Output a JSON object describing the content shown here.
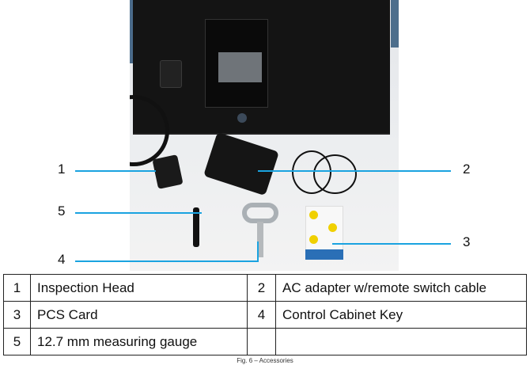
{
  "callouts": [
    "1",
    "2",
    "3",
    "4",
    "5"
  ],
  "table": {
    "rows": [
      [
        {
          "num": "1",
          "label": "Inspection Head"
        },
        {
          "num": "2",
          "label": "AC adapter w/remote switch cable"
        }
      ],
      [
        {
          "num": "3",
          "label": "PCS Card"
        },
        {
          "num": "4",
          "label": "Control Cabinet Key"
        }
      ],
      [
        {
          "num": "5",
          "label": "12.7 mm measuring gauge"
        },
        {
          "num": "",
          "label": ""
        }
      ]
    ]
  },
  "caption": "Fig. 6 – Accessories",
  "colors": {
    "callout_line": "#1aa3e0"
  }
}
